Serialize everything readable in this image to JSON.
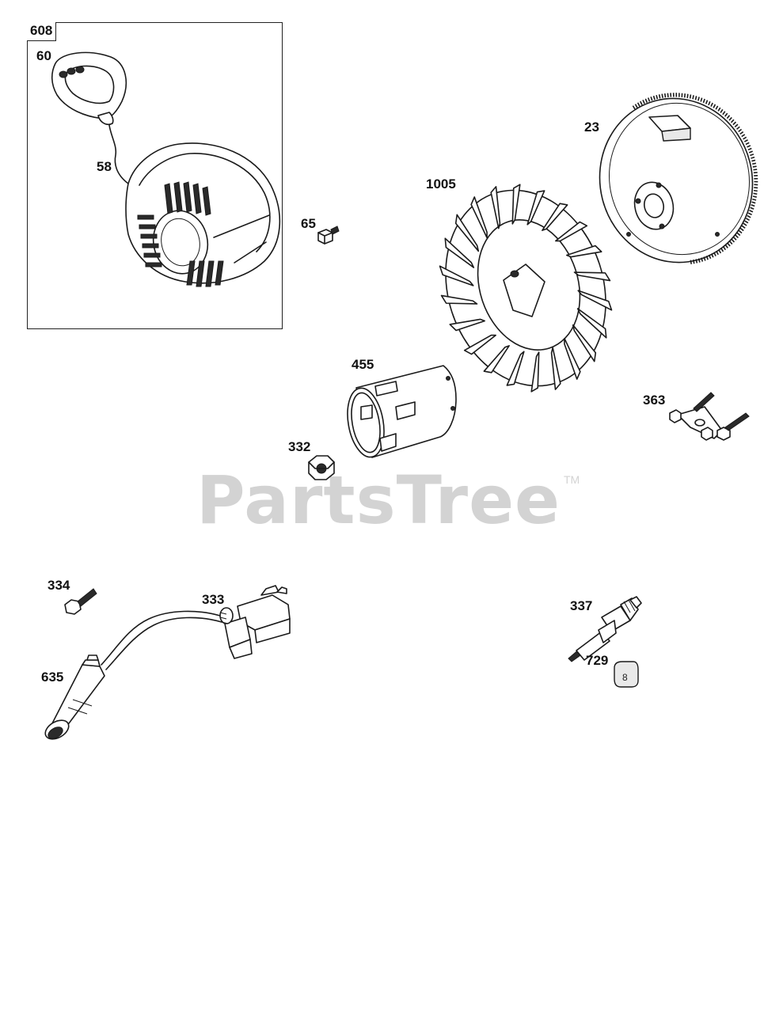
{
  "kit": {
    "label": "608"
  },
  "watermark": {
    "text": "PartsTree",
    "tm": "TM"
  },
  "parts": [
    {
      "id": "60",
      "name": "starter-handle"
    },
    {
      "id": "58",
      "name": "rewind-starter"
    },
    {
      "id": "65",
      "name": "screw"
    },
    {
      "id": "1005",
      "name": "fan"
    },
    {
      "id": "23",
      "name": "flywheel"
    },
    {
      "id": "455",
      "name": "starter-cup"
    },
    {
      "id": "332",
      "name": "flywheel-nut"
    },
    {
      "id": "363",
      "name": "bracket-with-screws"
    },
    {
      "id": "334",
      "name": "coil-screw"
    },
    {
      "id": "333",
      "name": "ignition-coil"
    },
    {
      "id": "635",
      "name": "spark-plug-boot"
    },
    {
      "id": "337",
      "name": "spark-plug"
    },
    {
      "id": "729",
      "name": "spark-plug-gasket-tag"
    }
  ]
}
